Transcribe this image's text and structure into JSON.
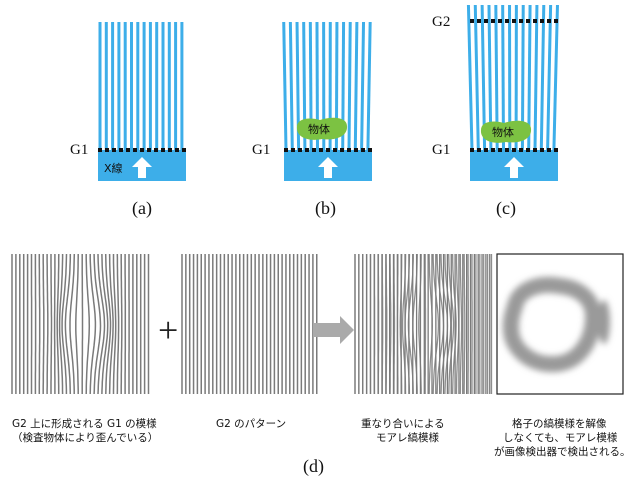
{
  "colors": {
    "xray": "#3daee9",
    "object": "#7cc242",
    "grating": "#7a7a7a",
    "arrow": "#ffffff",
    "gridline": "#111111",
    "plus": "#222222",
    "moire_arrow": "#aaaaaa",
    "detected_image": "#9a9a9a"
  },
  "panels": {
    "a": {
      "label": "(a)",
      "g1_label": "G1",
      "xray_label": "X線"
    },
    "b": {
      "label": "(b)",
      "g1_label": "G1",
      "object_label": "物体"
    },
    "c": {
      "label": "(c)",
      "g1_label": "G1",
      "g2_label": "G2",
      "object_label": "物体"
    }
  },
  "row_d": {
    "label": "(d)",
    "plus": "+",
    "captions": [
      {
        "line1": "G2 上に形成される G1 の模様",
        "line2": "（検査物体により歪んでいる）"
      },
      {
        "line1": "G2 のパターン",
        "line2": ""
      },
      {
        "line1": "重なり合いによる",
        "line2": "モアレ縞模様"
      },
      {
        "line1": "格子の縞模様を解像",
        "line2": "しなくても、モアレ模様",
        "line3": "が画像検出器で検出される。"
      }
    ]
  }
}
